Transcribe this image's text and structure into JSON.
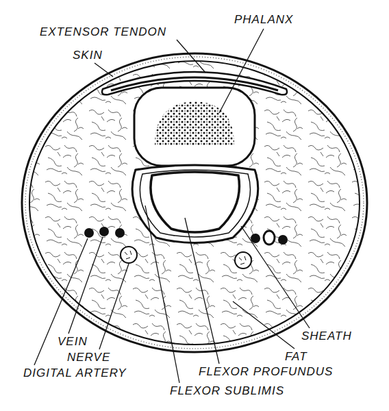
{
  "diagram": {
    "labels": [
      "EXTENSOR TENDON",
      "PHALANX",
      "SKIN",
      "SHEATH",
      "VEIN",
      "FAT",
      "NERVE",
      "DIGITAL ARTERY",
      "FLEXOR PROFUNDUS",
      "FLEXOR SUBLIMIS"
    ]
  }
}
